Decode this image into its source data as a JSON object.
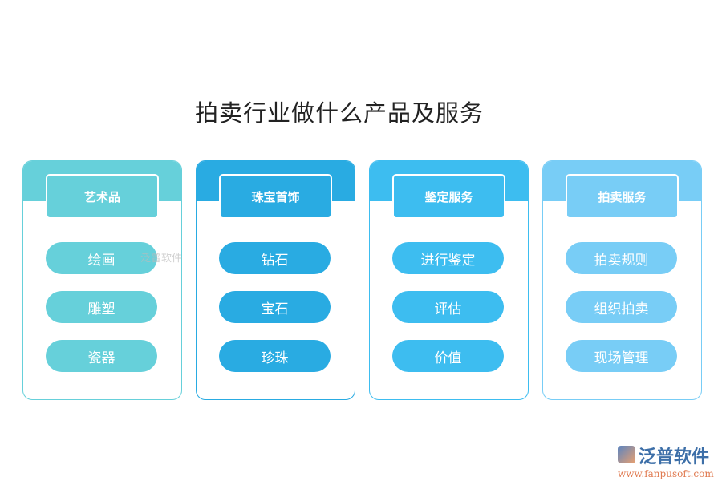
{
  "title": "拍卖行业做什么产品及服务",
  "columns": [
    {
      "header": "艺术品",
      "color": "#66d0da",
      "items": [
        "绘画",
        "雕塑",
        "瓷器"
      ]
    },
    {
      "header": "珠宝首饰",
      "color": "#29abe2",
      "items": [
        "钻石",
        "宝石",
        "珍珠"
      ]
    },
    {
      "header": "鉴定服务",
      "color": "#3dbdf0",
      "items": [
        "进行鉴定",
        "评估",
        "价值"
      ]
    },
    {
      "header": "拍卖服务",
      "color": "#78cdf6",
      "items": [
        "拍卖规则",
        "组织拍卖",
        "现场管理"
      ]
    }
  ],
  "watermark": "泛普软件",
  "logo": {
    "name": "泛普软件",
    "url": "www.fanpusoft.com"
  }
}
